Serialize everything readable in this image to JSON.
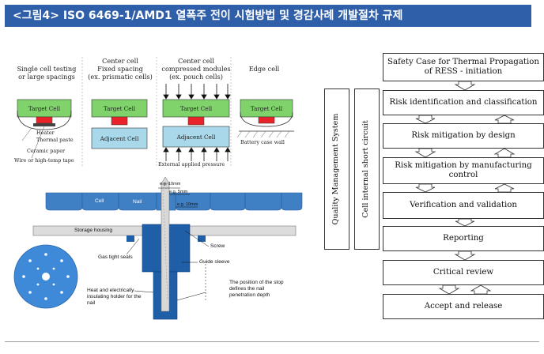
{
  "title": "<그림4> ISO 6469-1/AMD1 열폭주 전이 시험방법 및 경감사례 개발절차 규제",
  "cells": {
    "col1_line1": "Single cell testing",
    "col1_line2": "or large spacings",
    "col2_line1": "Center cell",
    "col2_line2": "Fixed spacing",
    "col2_line3": "(ex. prismatic cells)",
    "col3_line1": "Center cell",
    "col3_line2": "compressed modules",
    "col3_line3": "(ex. pouch cells)",
    "col4_line1": "Edge cell",
    "target_cell": "Target Cell",
    "adjacent_cell": "Adjacent Cell",
    "heater": "Heater",
    "thermal_paste": "Thermal paste",
    "ceramic_paper": "Ceramic paper",
    "wire_tape": "Wire or high-temp tape",
    "external_pressure": "External applied pressure",
    "battery_wall": "Battery case wall"
  },
  "nail_test": {
    "cell": "Cell",
    "nail": "Nail",
    "eg_10mm": "e.g. 10mm",
    "eg_5mm": "e.g. 5mm",
    "eg_10mm_b": "e.g. 10mm",
    "storage_housing": "Storage housing",
    "screw": "Screw",
    "gas_tight_seals": "Gas tight seals",
    "guide_sleeve": "Guide sleeve",
    "holder_line1": "Heat and electrically",
    "holder_line2": "insulating holder for the",
    "holder_line3": "nail",
    "stop_line1": "The position of the stop",
    "stop_line2": "defines the nail",
    "stop_line3": "penetration depth"
  },
  "flowchart": {
    "side_labels": [
      "Quality Management System",
      "Cell internal short circuit"
    ],
    "steps": [
      "Safety Case for Thermal Propagation of RESS - initiation",
      "Risk identification and classification",
      "Risk mitigation by design",
      "Risk mitigation by manufacturing control",
      "Verification and validation",
      "Reporting",
      "Critical review",
      "Accept and release"
    ]
  },
  "colors": {
    "title_bg": "#2f5fa8",
    "target_cell": "#7fd36a",
    "adjacent_cell": "#a9d8ea",
    "heater": "#e8242a",
    "nail_cell": "#3f7fc4",
    "nail_holder": "#1f5fa8"
  }
}
